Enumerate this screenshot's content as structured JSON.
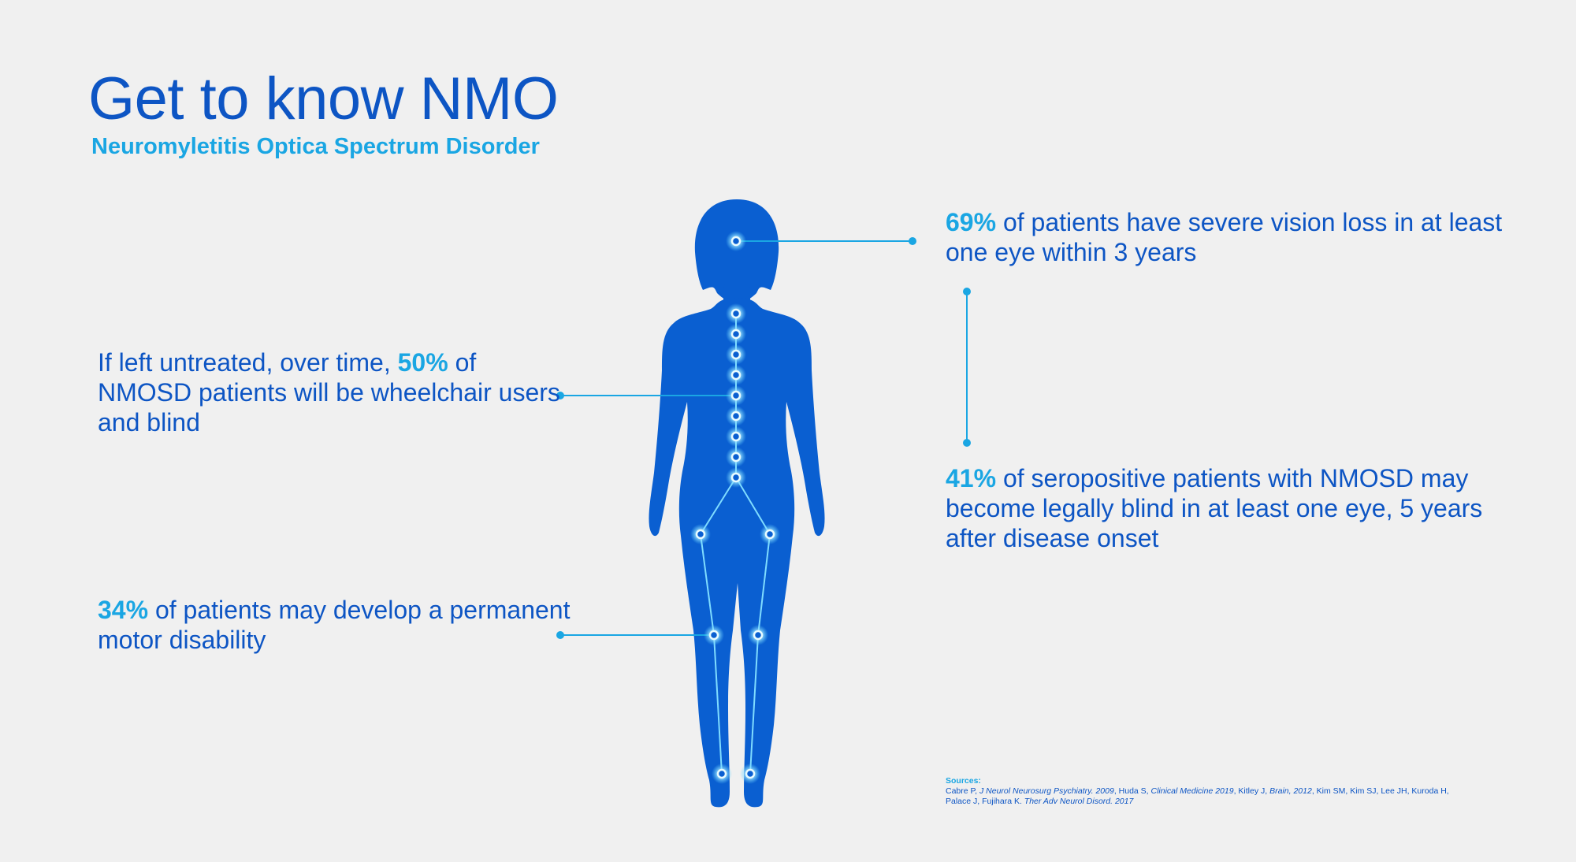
{
  "header": {
    "title": "Get to know NMO",
    "subtitle": "Neuromyletitis Optica Spectrum Disorder"
  },
  "stats": {
    "vision": {
      "highlight": "69%",
      "text": " of patients have severe vision loss in at least one eye within 3 years"
    },
    "wheelchair": {
      "before": "If left untreated, over time, ",
      "highlight": "50%",
      "after": " of NMOSD patients will be wheelchair users and blind"
    },
    "blind": {
      "highlight": "41%",
      "text": " of seropositive patients with NMOSD may become legally blind in at least one eye, 5 years after disease onset"
    },
    "motor": {
      "highlight": "34%",
      "text": " of patients may develop a permanent motor disability"
    }
  },
  "sources": {
    "label": "Sources:",
    "part1": "Cabre P, ",
    "journal1": "J Neurol Neurosurg Psychiatry. 2009",
    "part2": ", Huda S, ",
    "journal2": "Clinical Medicine 2019",
    "part3": ", Kitley J, ",
    "journal3": "Brain, 2012",
    "part4": ", Kim SM, Kim SJ, Lee JH, Kuroda H, Palace J, Fujihara K. ",
    "journal4": "Ther Adv Neurol Disord. 2017"
  },
  "colors": {
    "background": "#f0f0f0",
    "primary_blue": "#0d55c4",
    "accent_cyan": "#1aa6e3",
    "silhouette": "#0a5fd1",
    "glow": "#7fdcff"
  }
}
